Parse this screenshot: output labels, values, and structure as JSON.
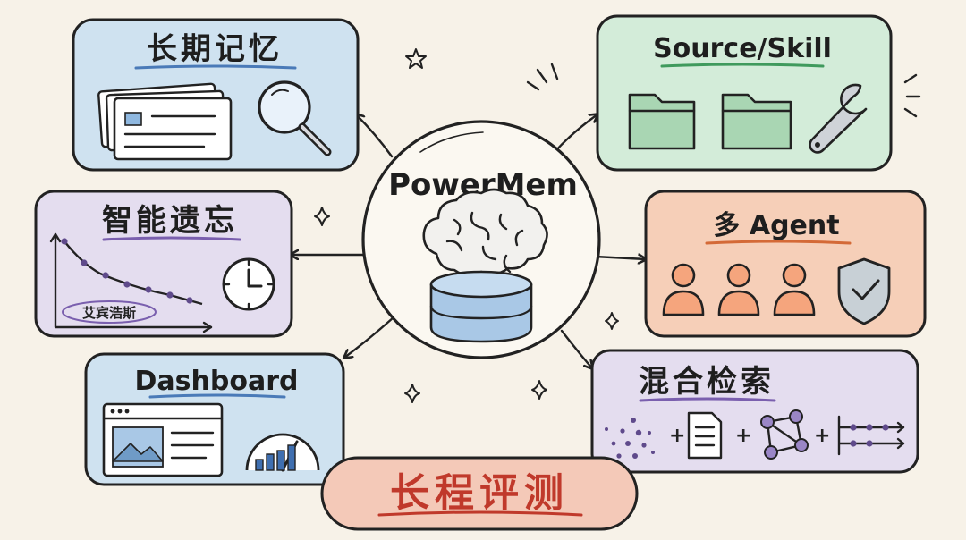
{
  "center": {
    "label": "PowerMem"
  },
  "nodes": {
    "long_memory": {
      "title": "长期记忆"
    },
    "source_skill": {
      "title": "Source/Skill"
    },
    "forgetting": {
      "title": "智能遗忘",
      "curve_label": "艾宾浩斯"
    },
    "multi_agent": {
      "title": "多 Agent"
    },
    "dashboard": {
      "title": "Dashboard"
    },
    "hybrid_search": {
      "title": "混合检索"
    },
    "long_eval": {
      "title": "长程评测"
    }
  },
  "colors": {
    "background": "#f7f2e8",
    "blue_panel": "#cfe2f0",
    "green_panel": "#d3ecd9",
    "purple_panel": "#e4ddef",
    "orange_panel": "#f6cfb8",
    "red_panel": "#f4c9b8",
    "accent_red": "#c0392b"
  }
}
